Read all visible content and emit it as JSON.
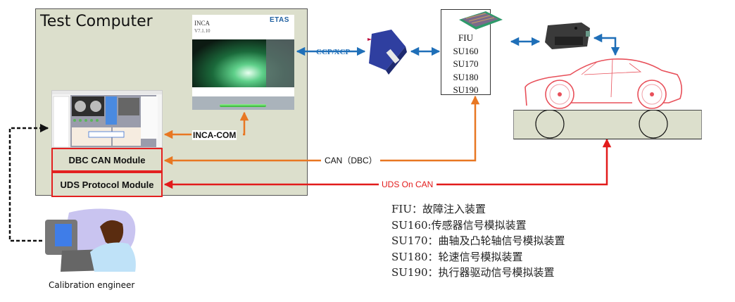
{
  "diagram": {
    "test_computer": {
      "title": "Test Computer",
      "inca_splash": {
        "product": "INCA",
        "version": "V7.1.10",
        "brand": "ETAS"
      },
      "modules": [
        {
          "label": "DBC  CAN Module"
        },
        {
          "label": "UDS Protocol Module"
        }
      ]
    },
    "fiu_box": {
      "lines": [
        "FIU",
        "SU160",
        "SU170",
        "SU180",
        "SU190"
      ]
    },
    "connections": {
      "inca_com": "INCA-COM",
      "ccp_xcp": "CCP/XCP",
      "can_dbc": "CAN（DBC）",
      "uds_on_can": "UDS On CAN"
    },
    "engineer": {
      "label": "Calibration engineer"
    },
    "legend": [
      "FIU：故障注入装置",
      "SU160:传感器信号模拟装置",
      "SU170：曲轴及凸轮轴信号模拟装置",
      "SU180：轮速信号模拟装置",
      "SU190：执行器驱动信号模拟装置"
    ],
    "colors": {
      "blue_arrow": "#1f6fb8",
      "orange_arrow": "#e87722",
      "red_arrow": "#e21b1b",
      "panel_bg": "#dcdfcc",
      "car_outline": "#e8505a"
    }
  }
}
